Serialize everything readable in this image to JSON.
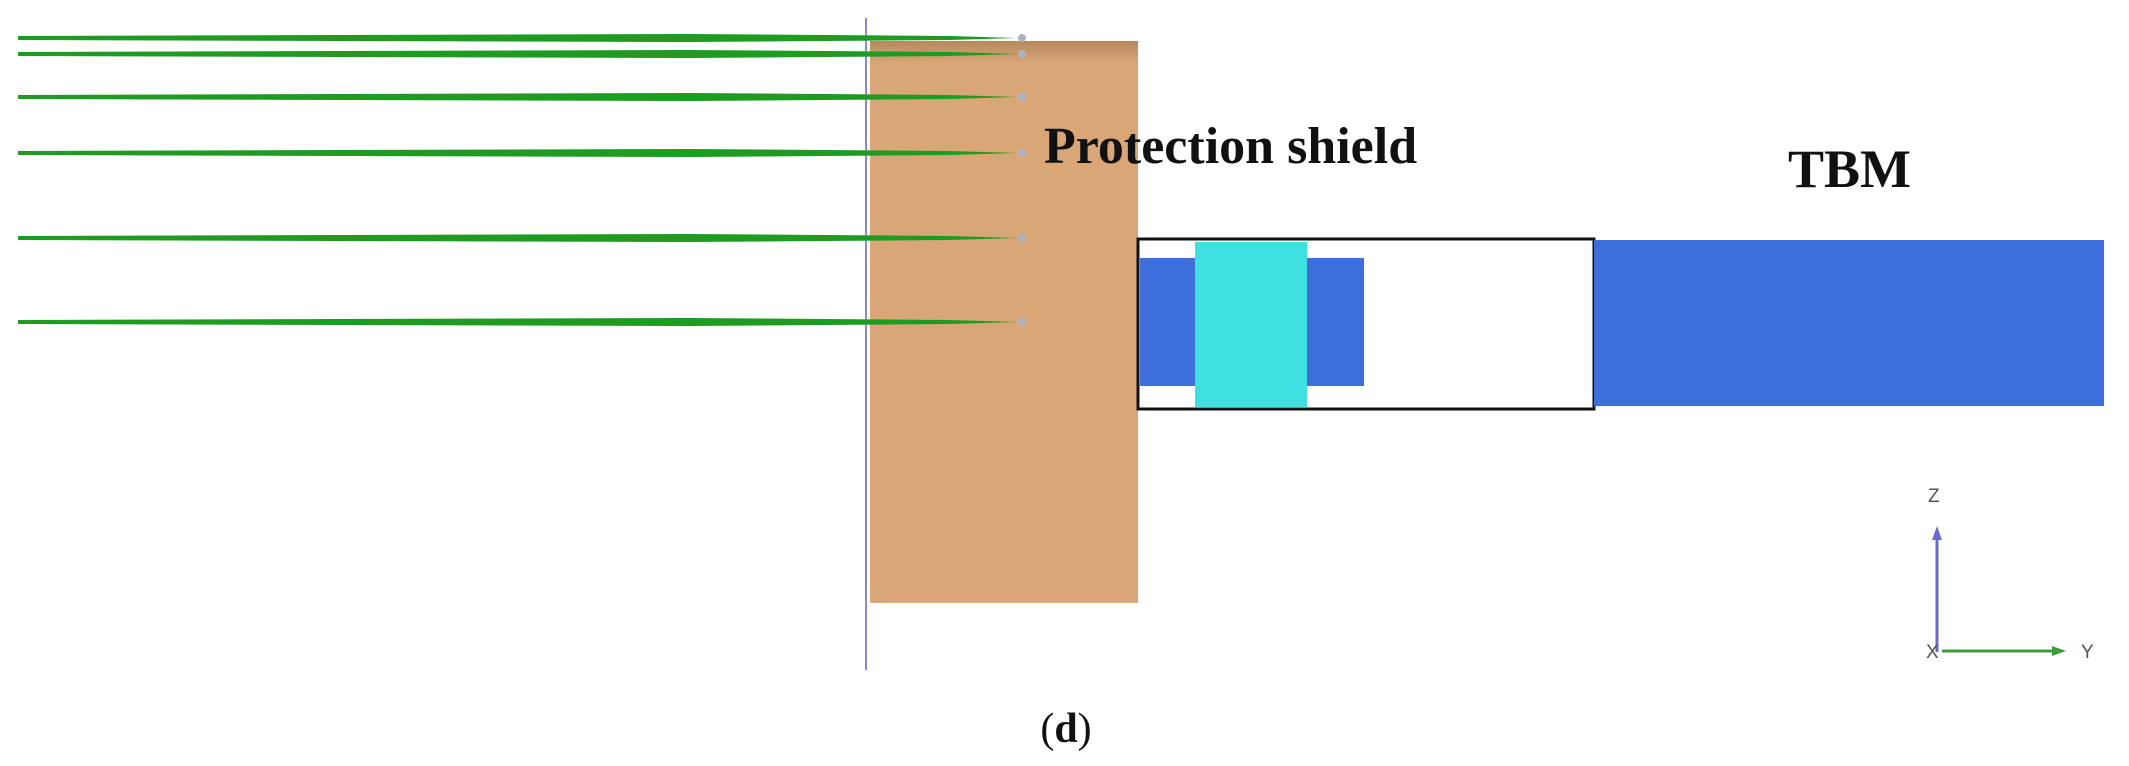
{
  "labels": {
    "protection_shield": "Protection shield",
    "tbm": "TBM"
  },
  "axes": {
    "z_label": "Z",
    "x_label": "X",
    "y_label": "Y"
  },
  "caption": {
    "open": "(",
    "letter": "d",
    "close": ")"
  },
  "colors": {
    "background": "#ffffff",
    "anchor_green": "#1f9b22",
    "shield_fill": "#d8a677",
    "shield_top": "#b5895e",
    "tbm_blue": "#3d6fdc",
    "ring_cyan": "#3fe0df",
    "frame_outline": "#111111",
    "ref_line": "#8d88cf",
    "node_gray": "#aeb4c4",
    "axis_z_color": "#6b6bc9",
    "axis_y_color": "#3d9b3d"
  },
  "anchor_count": 6
}
